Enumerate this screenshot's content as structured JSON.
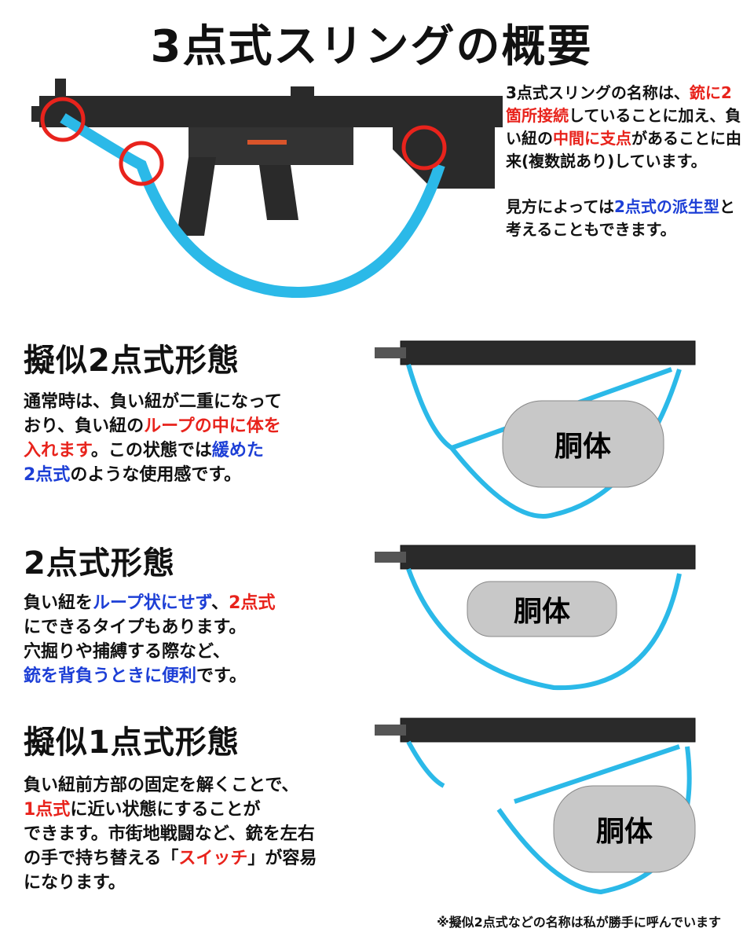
{
  "title": "3点式スリングの概要",
  "intro": {
    "p1": [
      {
        "t": "3点式スリングの名称は、",
        "c": ""
      },
      {
        "t": "銃に2箇所接続",
        "c": "red"
      },
      {
        "t": "していることに加え、負い紐の",
        "c": ""
      },
      {
        "t": "中間に支点",
        "c": "red"
      },
      {
        "t": "があることに由来(複数説あり)しています。",
        "c": ""
      }
    ],
    "p2": [
      {
        "t": "見方によっては",
        "c": ""
      },
      {
        "t": "2点式の派生型",
        "c": "blue"
      },
      {
        "t": "と考えることもできます。",
        "c": ""
      }
    ]
  },
  "sections": [
    {
      "heading": "擬似2点式形態",
      "lines": [
        [
          {
            "t": "通常時は、負い紐が二重になって",
            "c": ""
          }
        ],
        [
          {
            "t": "おり、負い紐の",
            "c": ""
          },
          {
            "t": "ループの中に体を",
            "c": "red"
          }
        ],
        [
          {
            "t": "入れます",
            "c": "red"
          },
          {
            "t": "。この状態では",
            "c": ""
          },
          {
            "t": "緩めた",
            "c": "blue"
          }
        ],
        [
          {
            "t": "2点式",
            "c": "blue"
          },
          {
            "t": "のような使用感です。",
            "c": ""
          }
        ]
      ],
      "torso_label": "胴体"
    },
    {
      "heading": "2点式形態",
      "lines": [
        [
          {
            "t": "負い紐を",
            "c": ""
          },
          {
            "t": "ループ状にせず",
            "c": "blue"
          },
          {
            "t": "、",
            "c": ""
          },
          {
            "t": "2点式",
            "c": "red"
          }
        ],
        [
          {
            "t": "にできるタイプもあります。",
            "c": ""
          }
        ],
        [
          {
            "t": "穴掘りや捕縛する際など、",
            "c": ""
          }
        ],
        [
          {
            "t": "銃を背負うときに便利",
            "c": "blue"
          },
          {
            "t": "です。",
            "c": ""
          }
        ]
      ],
      "torso_label": "胴体"
    },
    {
      "heading": "擬似1点式形態",
      "lines": [
        [
          {
            "t": "負い紐前方部の固定を解くことで、",
            "c": ""
          }
        ],
        [
          {
            "t": "1点式",
            "c": "red"
          },
          {
            "t": "に近い状態にすることが",
            "c": ""
          }
        ],
        [
          {
            "t": "できます。市街地戦闘など、銃を左右",
            "c": ""
          }
        ],
        [
          {
            "t": "の手で持ち替える「",
            "c": ""
          },
          {
            "t": "スイッチ",
            "c": "red"
          },
          {
            "t": "」が容易",
            "c": ""
          }
        ],
        [
          {
            "t": "になります。",
            "c": ""
          }
        ]
      ],
      "torso_label": "胴体"
    }
  ],
  "footnote": "※擬似2点式などの名称は私が勝手に呼んでいます",
  "colors": {
    "sling": "#2bb9e8",
    "highlight_red": "#e8231c",
    "highlight_blue": "#1d3fd6",
    "gun": "#2a2a2a",
    "torso": "#c8c8c8"
  }
}
